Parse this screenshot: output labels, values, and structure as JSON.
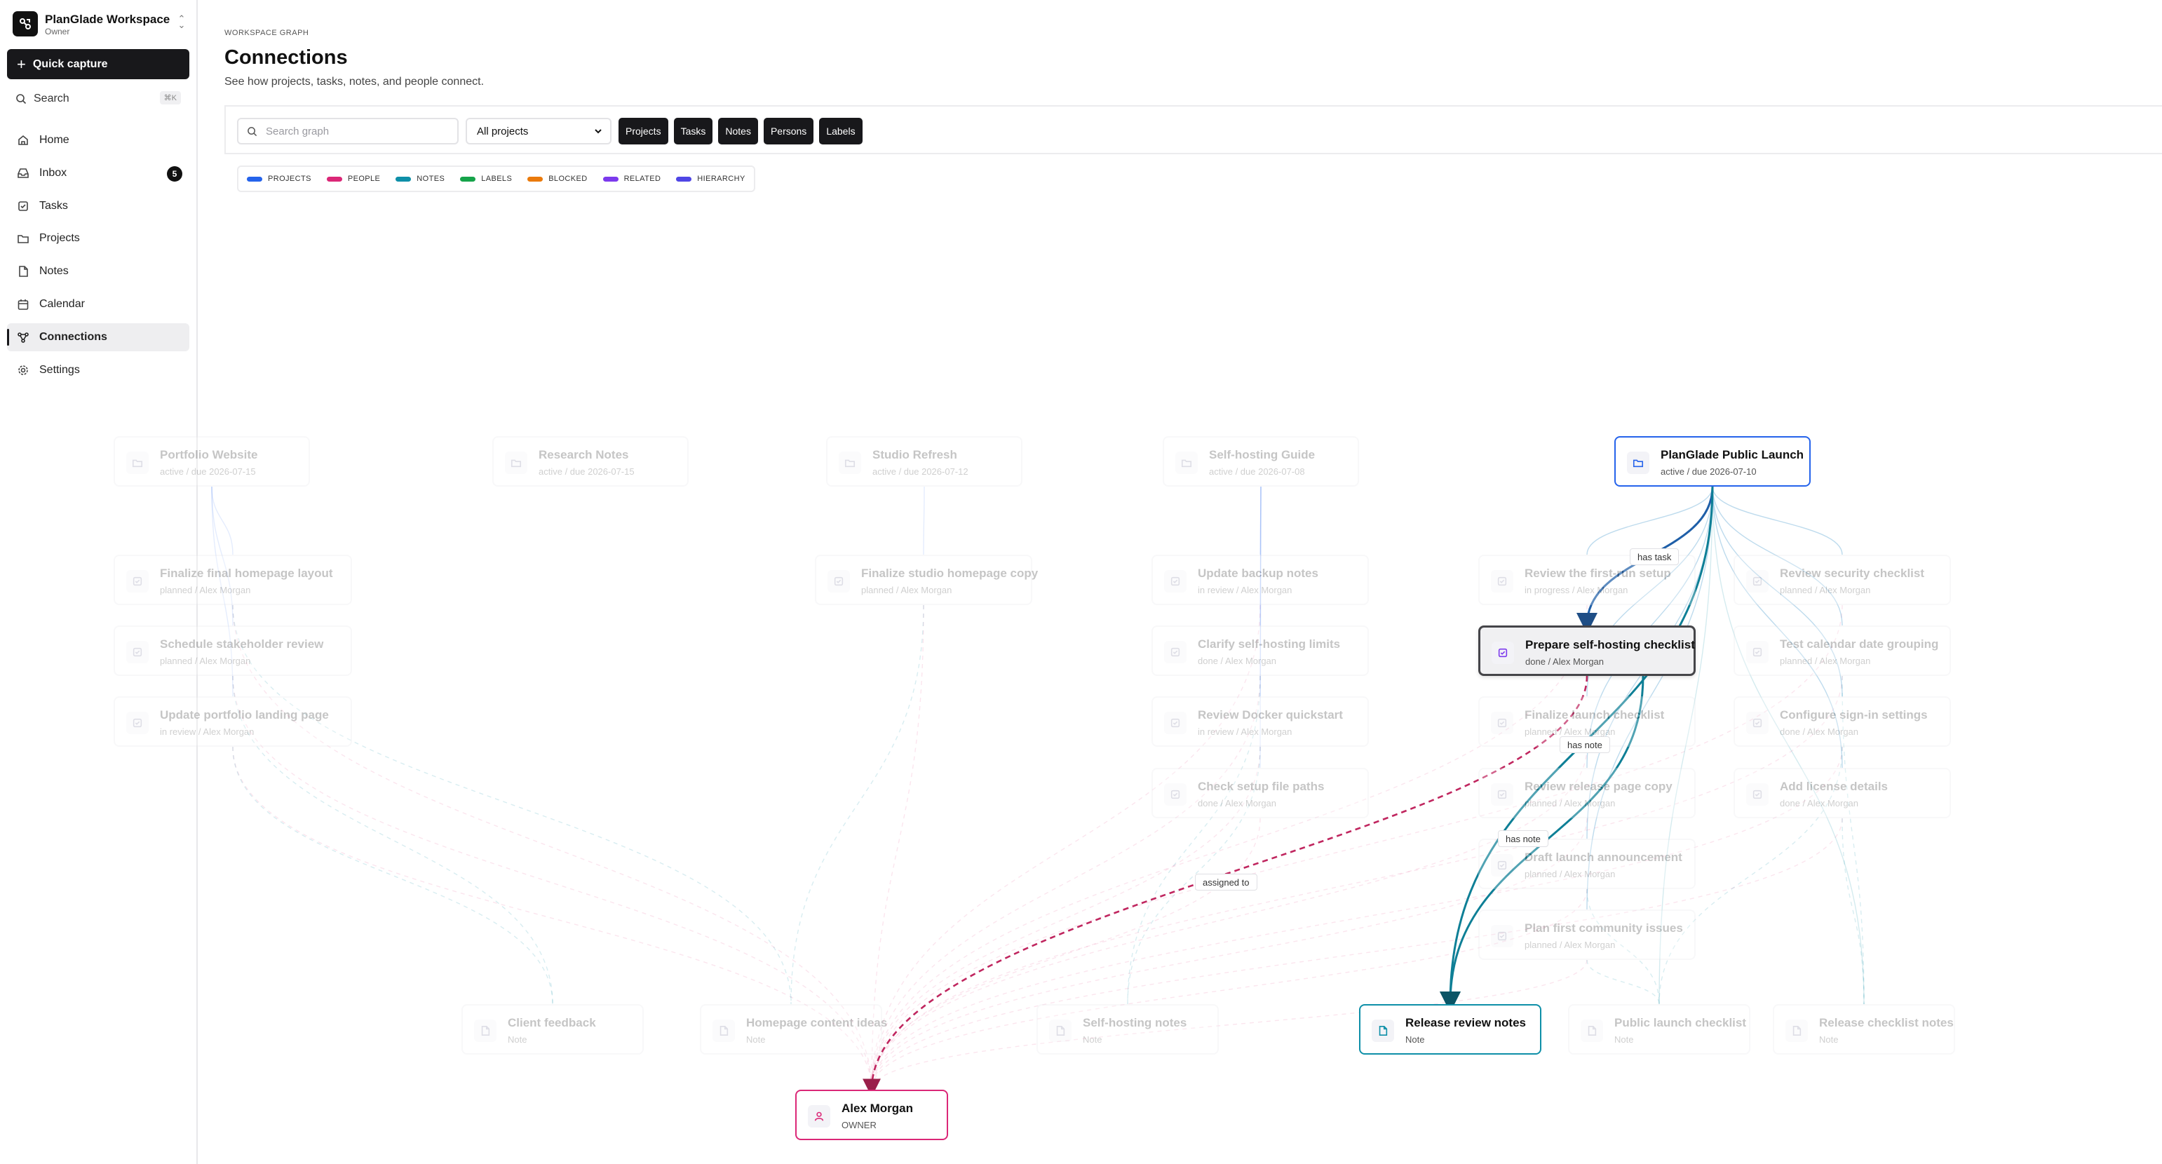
{
  "workspace": {
    "name": "PlanGlade Workspace",
    "role": "Owner"
  },
  "sidebar": {
    "quick_capture": "Quick capture",
    "search_label": "Search",
    "search_shortcut": "⌘K",
    "items": [
      {
        "label": "Home",
        "icon": "home-icon"
      },
      {
        "label": "Inbox",
        "icon": "inbox-icon",
        "badge": "5"
      },
      {
        "label": "Tasks",
        "icon": "checkbox-icon"
      },
      {
        "label": "Projects",
        "icon": "folder-icon"
      },
      {
        "label": "Notes",
        "icon": "note-icon"
      },
      {
        "label": "Calendar",
        "icon": "calendar-icon"
      },
      {
        "label": "Connections",
        "icon": "connections-icon",
        "active": true
      },
      {
        "label": "Settings",
        "icon": "gear-icon"
      }
    ]
  },
  "page": {
    "eyebrow": "WORKSPACE GRAPH",
    "title": "Connections",
    "subtitle": "See how projects, tasks, notes, and people connect."
  },
  "toolbar": {
    "search_placeholder": "Search graph",
    "project_filter": "All projects",
    "filters": [
      "Projects",
      "Tasks",
      "Notes",
      "Persons",
      "Labels"
    ]
  },
  "legend": [
    {
      "label": "PROJECTS",
      "color": "#2563eb"
    },
    {
      "label": "PEOPLE",
      "color": "#db2777"
    },
    {
      "label": "NOTES",
      "color": "#0e8fa8"
    },
    {
      "label": "LABELS",
      "color": "#16a34a"
    },
    {
      "label": "BLOCKED",
      "color": "#ea7a0c"
    },
    {
      "label": "RELATED",
      "color": "#7c3aed"
    },
    {
      "label": "HIERARCHY",
      "color": "#4f46e5"
    }
  ],
  "graph": {
    "projects": [
      {
        "title": "Portfolio Website",
        "sub": "active / due 2026-07-15"
      },
      {
        "title": "Research Notes",
        "sub": "active / due 2026-07-15"
      },
      {
        "title": "Studio Refresh",
        "sub": "active / due 2026-07-12"
      },
      {
        "title": "Self-hosting Guide",
        "sub": "active / due 2026-07-08"
      },
      {
        "title": "PlanGlade Public Launch",
        "sub": "active / due 2026-07-10"
      }
    ],
    "tasks_col1": [
      {
        "title": "Finalize final homepage layout",
        "sub": "planned / Alex Morgan"
      },
      {
        "title": "Schedule stakeholder review",
        "sub": "planned / Alex Morgan"
      },
      {
        "title": "Update portfolio landing page",
        "sub": "in review / Alex Morgan"
      }
    ],
    "tasks_col3": [
      {
        "title": "Finalize studio homepage copy",
        "sub": "planned / Alex Morgan"
      }
    ],
    "tasks_col4": [
      {
        "title": "Update backup notes",
        "sub": "in review / Alex Morgan"
      },
      {
        "title": "Clarify self-hosting limits",
        "sub": "done / Alex Morgan"
      },
      {
        "title": "Review Docker quickstart",
        "sub": "in review / Alex Morgan"
      },
      {
        "title": "Check setup file paths",
        "sub": "done / Alex Morgan"
      }
    ],
    "tasks_col5": [
      {
        "title": "Review the first-run setup",
        "sub": "in progress / Alex Morgan"
      },
      {
        "title": "Prepare self-hosting checklist",
        "sub": "done / Alex Morgan"
      },
      {
        "title": "Finalize launch checklist",
        "sub": "planned / Alex Morgan"
      },
      {
        "title": "Review release page copy",
        "sub": "planned / Alex Morgan"
      },
      {
        "title": "Draft launch announcement",
        "sub": "planned / Alex Morgan"
      },
      {
        "title": "Plan first community issues",
        "sub": "planned / Alex Morgan"
      }
    ],
    "tasks_col6": [
      {
        "title": "Review security checklist",
        "sub": "planned / Alex Morgan"
      },
      {
        "title": "Test calendar date grouping",
        "sub": "planned / Alex Morgan"
      },
      {
        "title": "Configure sign-in settings",
        "sub": "done / Alex Morgan"
      },
      {
        "title": "Add license details",
        "sub": "done / Alex Morgan"
      }
    ],
    "notes": [
      {
        "title": "Client feedback",
        "sub": "Note"
      },
      {
        "title": "Homepage content ideas",
        "sub": "Note"
      },
      {
        "title": "Self-hosting notes",
        "sub": "Note"
      },
      {
        "title": "Release review notes",
        "sub": "Note"
      },
      {
        "title": "Public launch checklist",
        "sub": "Note"
      },
      {
        "title": "Release checklist notes",
        "sub": "Note"
      }
    ],
    "person": {
      "title": "Alex Morgan",
      "sub": "OWNER"
    },
    "edge_labels": {
      "has_task": "has task",
      "has_note_1": "has note",
      "has_note_2": "has note",
      "assigned_to": "assigned to"
    },
    "colors": {
      "project": "#2563eb",
      "person": "#db2777",
      "note": "#0e8fa8",
      "task": "#7c3aed",
      "selected": "#454549"
    }
  }
}
